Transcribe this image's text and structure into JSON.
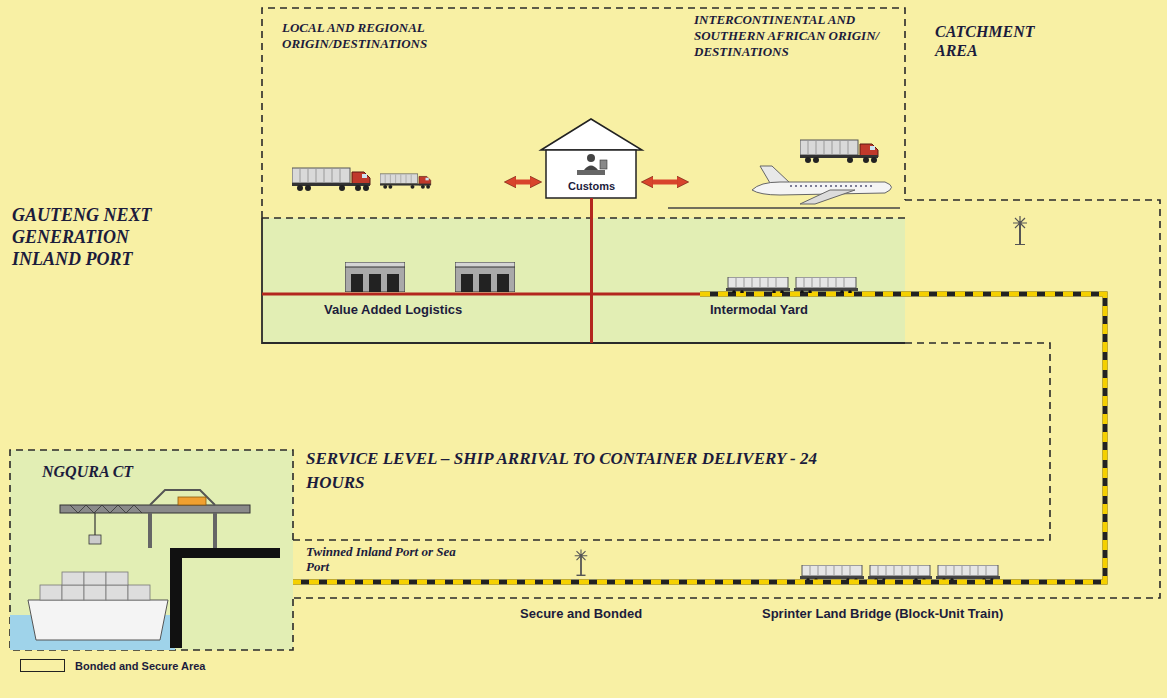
{
  "diagram": {
    "nodes": [
      {
        "text": [
          "CATCHMENT AREA"
        ]
      },
      {
        "text": [
          "LOCAL AND REGIONAL ORIGIN/DESTINATIONS"
        ],
        "in": 0
      },
      {
        "text": [
          "Customs"
        ],
        "in": 0
      },
      {
        "text": [
          "INTERCONTINENTAL AND SOUTHERN AFRICAN ORIGIN/ DESTINATIONS"
        ],
        "in": 0
      },
      {
        "text": [
          "GAUTENG NEXT GENERATION INLAND PORT"
        ]
      },
      {
        "text": [
          "Value Added Logistics"
        ],
        "in": 4
      },
      {
        "text": [
          "Intermodal Yard"
        ],
        "in": 4
      },
      {
        "text": [
          "NGQURA CT"
        ]
      }
    ],
    "edges": [
      {
        "from": 1,
        "to": 2,
        "arrow": "both"
      },
      {
        "from": 2,
        "to": 3,
        "arrow": "both"
      },
      {
        "from": 2,
        "to": 5,
        "arrow": "none"
      },
      {
        "from": 2,
        "to": 6,
        "arrow": "none"
      },
      {
        "from": 6,
        "to": 7,
        "label": "Sprinter Land Bridge (Block-Unit Train)",
        "arrow": "none"
      }
    ],
    "labels": [
      "SERVICE LEVEL – SHIP ARRIVAL TO CONTAINER DELIVERY - 24 HOURS",
      "Twinned Inland Port or Sea Port",
      "Secure and Bonded"
    ],
    "legend": [
      {
        "text": "Bonded and Secure Area",
        "color": "#f8f0a4"
      }
    ]
  }
}
